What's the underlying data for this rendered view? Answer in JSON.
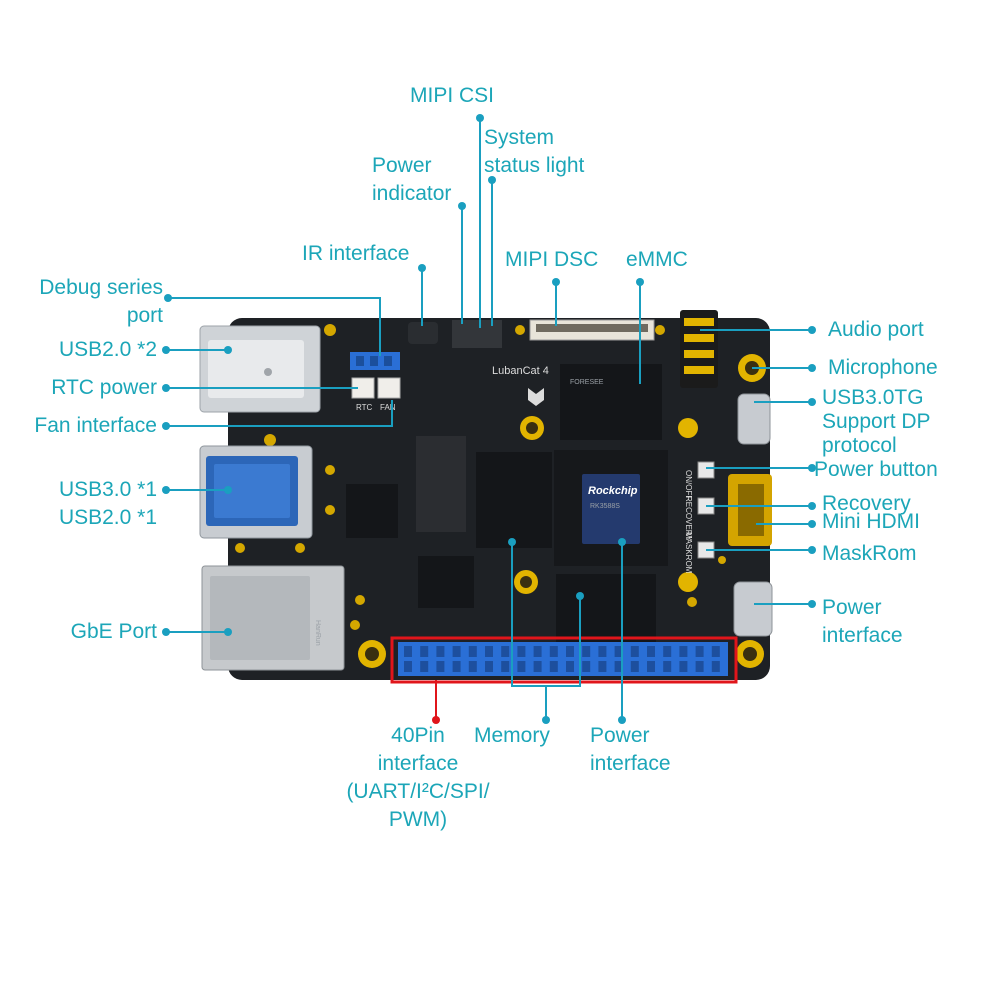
{
  "board": {
    "brand": "LubanCat 4",
    "soc_logo": "Rockchip",
    "soc_model": "RK3588S",
    "emmc_brand": "FORESEE",
    "ethernet_brand": "HanRun",
    "button_caps": [
      "ON/OFF",
      "RECOVERY",
      "MASKROM"
    ],
    "fan_caps": [
      "RTC",
      "FAN"
    ]
  },
  "labels": {
    "mipi_csi": "MIPI CSI",
    "system_status_light": "System\nstatus light",
    "power_indicator": "Power\nindicator",
    "ir_interface": "IR interface",
    "mipi_dsc": "MIPI DSC",
    "emmc": "eMMC",
    "debug_serial_port": "Debug series\nport",
    "usb20_x2": "USB2.0 *2",
    "rtc_power": "RTC power",
    "fan_interface": "Fan interface",
    "usb30_usb20": "USB3.0 *1\nUSB2.0 *1",
    "gbe_port": "GbE Port",
    "audio_port": "Audio port",
    "microphone": "Microphone",
    "usb3_otg": "USB3.0TG\nSupport DP\nprotocol",
    "power_button": "Power button",
    "recovery": "Recovery",
    "mini_hdmi": "Mini HDMI",
    "maskrom": "MaskRom",
    "power_interface_right": "Power\ninterface",
    "pin40_interface": "40Pin\ninterface\n(UART/I²C/SPI/\nPWM)",
    "memory": "Memory",
    "power_interface_bottom": "Power\ninterface"
  },
  "colors": {
    "label": "#1ca6b8",
    "leader": "#1a9fc0",
    "highlight": "#e0151b",
    "pcb": "#1e2125",
    "gold": "#e2b400",
    "pin_header": "#2a6fd6"
  }
}
